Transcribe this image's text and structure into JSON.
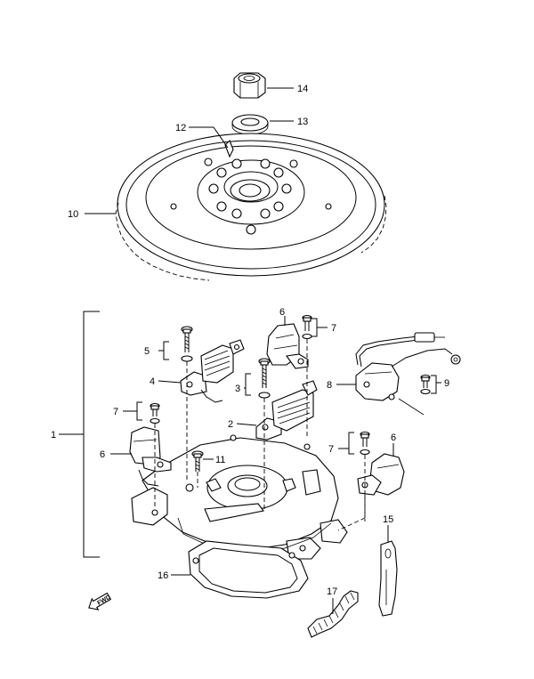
{
  "callouts": [
    {
      "label": "14"
    },
    {
      "label": "13"
    },
    {
      "label": "12"
    },
    {
      "label": "10"
    },
    {
      "label": "1"
    },
    {
      "label": "5"
    },
    {
      "label": "4"
    },
    {
      "label": "6"
    },
    {
      "label": "7"
    },
    {
      "label": "3"
    },
    {
      "label": "2"
    },
    {
      "label": "8"
    },
    {
      "label": "9"
    },
    {
      "label": "7"
    },
    {
      "label": "6"
    },
    {
      "label": "7"
    },
    {
      "label": "6"
    },
    {
      "label": "11"
    },
    {
      "label": "15"
    },
    {
      "label": "16"
    },
    {
      "label": "17"
    }
  ],
  "direction_marker": {
    "label": "FWD",
    "icon": "fwd-arrow-icon"
  }
}
